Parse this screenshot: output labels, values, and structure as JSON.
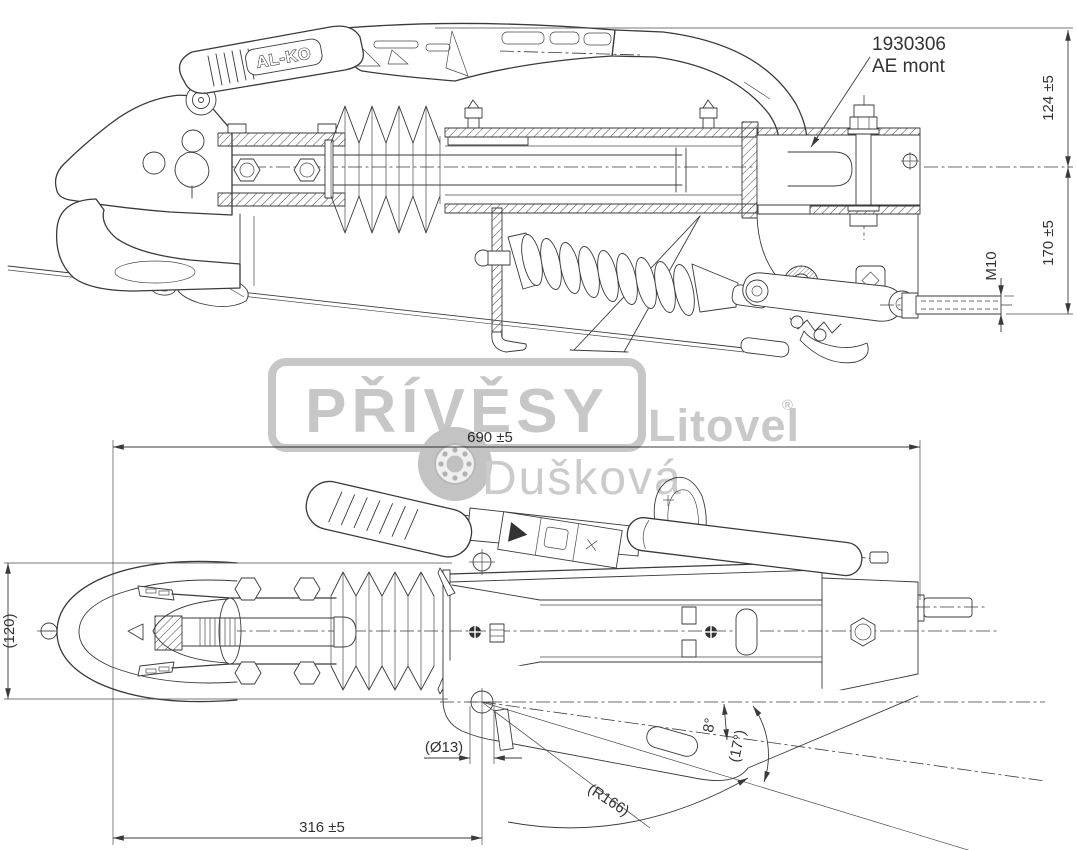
{
  "drawing": {
    "callout": {
      "part_number": "1930306",
      "variant": "AE mont"
    },
    "logo_text": "AL-KO",
    "dims": {
      "height_upper": "124 ±5",
      "height_lower": "170 ±5",
      "thread": "M10",
      "overall_length": "690 ±5",
      "coupling_width": "(120)",
      "hole_offset": "316 ±5",
      "hole_diameter": "(Ø13)",
      "angle_inner": "8°",
      "angle_outer": "(17°)",
      "slot_radius": "(R166)"
    }
  },
  "watermark": {
    "brand": "PŘÍVĚSY",
    "city": "Litovel",
    "registered": "®",
    "owner": "Dušková"
  },
  "colors": {
    "line": "#3a3a3a",
    "watermark": "#c7c7c7",
    "background": "#ffffff"
  }
}
